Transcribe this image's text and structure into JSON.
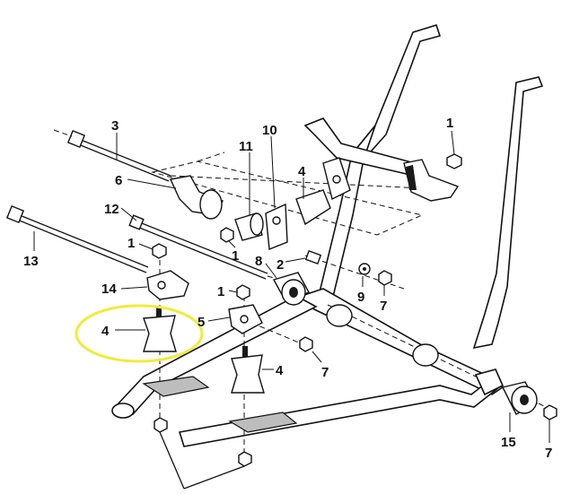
{
  "diagram": {
    "callouts": {
      "c1_top": "1",
      "c3": "3",
      "c10": "10",
      "c11": "11",
      "c4_top": "4",
      "c6": "6",
      "c12": "12",
      "c1_left": "1",
      "c1_mid": "1",
      "c2": "2",
      "c8": "8",
      "c13": "13",
      "c14": "14",
      "c1_lower": "1",
      "c9": "9",
      "c7_right": "7",
      "c4_highlight": "4",
      "c5": "5",
      "c4_lower": "4",
      "c7_mid": "7",
      "c15": "15",
      "c7_bottom": "7"
    },
    "highlight_color": "#f2ea3a"
  }
}
